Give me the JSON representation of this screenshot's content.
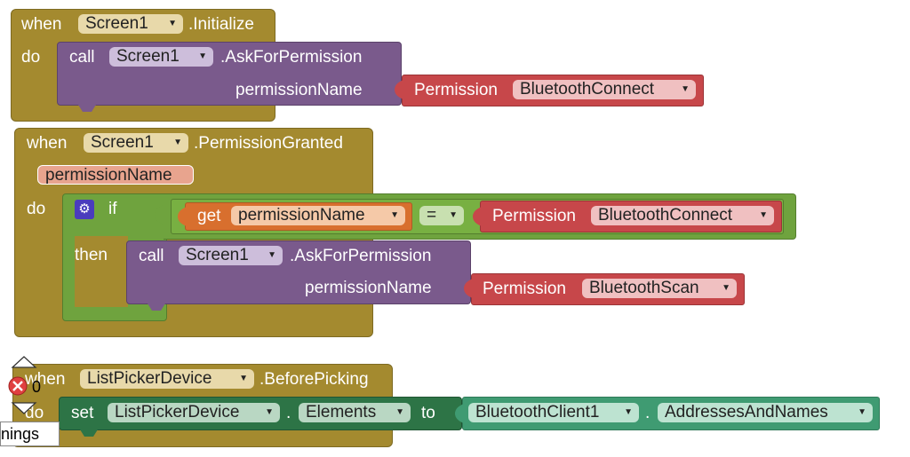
{
  "block1": {
    "when": "when",
    "component": "Screen1",
    "event": ".Initialize",
    "do": "do",
    "call": "call",
    "call_component": "Screen1",
    "method": ".AskForPermission",
    "param": "permissionName",
    "perm_label": "Permission",
    "perm_value": "BluetoothConnect"
  },
  "block2": {
    "when": "when",
    "component": "Screen1",
    "event": ".PermissionGranted",
    "param_chip": "permissionName",
    "do": "do",
    "if": "if",
    "get": "get",
    "get_var": "permissionName",
    "op": "=",
    "perm_label": "Permission",
    "perm_value": "BluetoothConnect",
    "then": "then",
    "call": "call",
    "call_component": "Screen1",
    "method": ".AskForPermission",
    "param": "permissionName",
    "perm_label2": "Permission",
    "perm_value2": "BluetoothScan"
  },
  "block3": {
    "when": "when",
    "component": "ListPickerDevice",
    "event": ".BeforePicking",
    "do": "do",
    "set": "set",
    "set_component": "ListPickerDevice",
    "dot": ".",
    "property": "Elements",
    "to": "to",
    "get_component": "BluetoothClient1",
    "dot2": ".",
    "get_property": "AddressesAndNames"
  },
  "warnings": {
    "count": "0",
    "label": "nings"
  },
  "colors": {
    "event_block": "#a48a2f",
    "procedure_block": "#7a5a8c",
    "permission_block": "#c7474a",
    "control_block": "#6fa33e",
    "variable_block": "#d86f2e",
    "setter_block": "#2d7446",
    "getter_block": "#3f9b72"
  }
}
